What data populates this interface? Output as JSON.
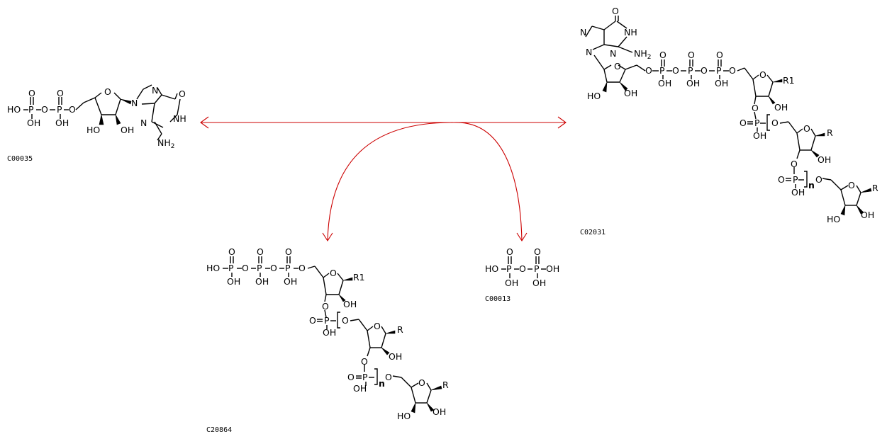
{
  "compounds": {
    "c00035": {
      "id": "C00035"
    },
    "c02031": {
      "id": "C02031"
    },
    "c20864": {
      "id": "C20864"
    },
    "c00013": {
      "id": "C00013"
    }
  },
  "atoms": {
    "HO": "HO",
    "OH": "OH",
    "O": "O",
    "P": "P",
    "N": "N",
    "NH": "NH",
    "NH2": "NH2",
    "R": "R",
    "R1": "R1",
    "n": "n"
  },
  "colors": {
    "arrow": "#cc0000",
    "structure": "#000000"
  }
}
